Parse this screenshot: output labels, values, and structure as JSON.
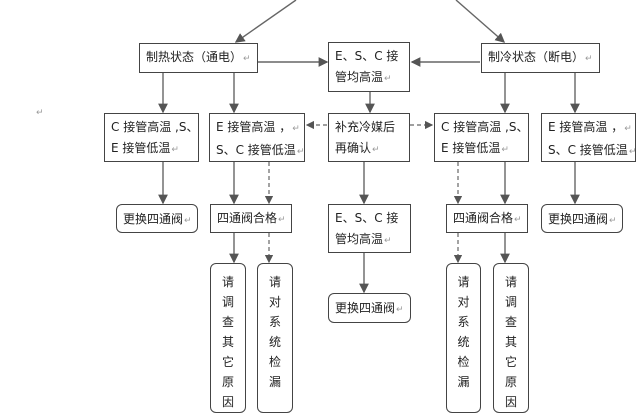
{
  "diagram": {
    "return_mark": "↵",
    "nodes": {
      "heating": {
        "text": [
          "制热状态（通电）"
        ]
      },
      "esc_top": {
        "text": [
          "E、S、C 接",
          "管均高温"
        ]
      },
      "cooling": {
        "text": [
          "制冷状态（断电）"
        ]
      },
      "h_left": {
        "text": [
          "C 接管高温 ,S、",
          "E 接管低温"
        ]
      },
      "h_right": {
        "text": [
          "E 接管高温 ，",
          "S、C 接管低温"
        ]
      },
      "recharge": {
        "text": [
          "补充冷媒后",
          "再确认"
        ]
      },
      "c_left": {
        "text": [
          "C 接管高温 ,S、",
          "E 接管低温"
        ]
      },
      "c_right": {
        "text": [
          "E 接管高温 ，",
          "S、C 接管低温"
        ]
      },
      "h_replace": {
        "text": [
          "更换四通阀"
        ]
      },
      "h_ok": {
        "text": [
          "四通阀合格"
        ]
      },
      "esc_mid": {
        "text": [
          "E、S、C 接",
          "管均高温"
        ]
      },
      "c_ok": {
        "text": [
          "四通阀合格"
        ]
      },
      "c_replace": {
        "text": [
          "更换四通阀"
        ]
      },
      "mid_replace": {
        "text": [
          "更换四通阀"
        ]
      },
      "h_investigate": {
        "chars": [
          "请",
          "调",
          "查",
          "其",
          "它",
          "原",
          "因"
        ]
      },
      "h_leak": {
        "chars": [
          "请",
          "对",
          "系",
          "统",
          "检",
          "漏"
        ]
      },
      "c_leak": {
        "chars": [
          "请",
          "对",
          "系",
          "统",
          "检",
          "漏"
        ]
      },
      "c_investigate": {
        "chars": [
          "请",
          "调",
          "查",
          "其",
          "它",
          "原",
          "因"
        ]
      }
    },
    "edges": [
      {
        "from": "top",
        "to": "heating",
        "style": "solid"
      },
      {
        "from": "top",
        "to": "cooling",
        "style": "solid"
      },
      {
        "from": "heating",
        "to": "esc_top",
        "style": "solid"
      },
      {
        "from": "cooling",
        "to": "esc_top",
        "style": "solid"
      },
      {
        "from": "heating",
        "to": "h_left",
        "style": "solid"
      },
      {
        "from": "heating",
        "to": "h_right",
        "style": "solid"
      },
      {
        "from": "esc_top",
        "to": "recharge",
        "style": "solid"
      },
      {
        "from": "cooling",
        "to": "c_left",
        "style": "solid"
      },
      {
        "from": "cooling",
        "to": "c_right",
        "style": "solid"
      },
      {
        "from": "recharge",
        "to": "h_right",
        "style": "dashed"
      },
      {
        "from": "recharge",
        "to": "c_left",
        "style": "dashed"
      },
      {
        "from": "h_left",
        "to": "h_replace",
        "style": "solid"
      },
      {
        "from": "h_right",
        "to": "h_ok",
        "style": "solid"
      },
      {
        "from": "h_right",
        "to": "h_ok",
        "style": "dashed"
      },
      {
        "from": "recharge",
        "to": "esc_mid",
        "style": "solid"
      },
      {
        "from": "c_left",
        "to": "c_ok",
        "style": "dashed"
      },
      {
        "from": "c_left",
        "to": "c_ok",
        "style": "solid"
      },
      {
        "from": "c_right",
        "to": "c_replace",
        "style": "solid"
      },
      {
        "from": "h_ok",
        "to": "h_investigate",
        "style": "solid"
      },
      {
        "from": "h_ok",
        "to": "h_leak",
        "style": "dashed"
      },
      {
        "from": "esc_mid",
        "to": "mid_replace",
        "style": "solid"
      },
      {
        "from": "c_ok",
        "to": "c_leak",
        "style": "dashed"
      },
      {
        "from": "c_ok",
        "to": "c_investigate",
        "style": "solid"
      }
    ]
  }
}
